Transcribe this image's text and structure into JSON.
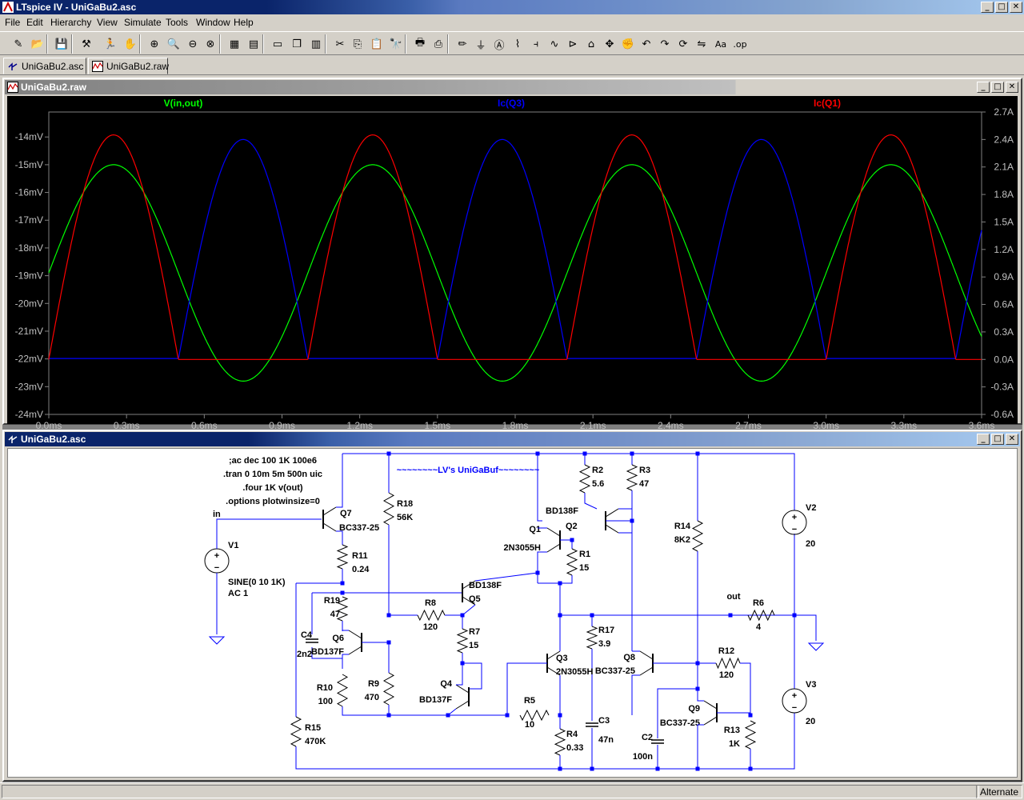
{
  "app": {
    "title": "LTspice IV - UniGaBu2.asc"
  },
  "window_buttons": {
    "minimize": "_",
    "maximize": "□",
    "close": "✕"
  },
  "menu": [
    "File",
    "Edit",
    "Hierarchy",
    "View",
    "Simulate",
    "Tools",
    "Window",
    "Help"
  ],
  "toolbar": [
    {
      "name": "new-schematic-icon",
      "glyph": "✎"
    },
    {
      "name": "open-icon",
      "glyph": "📂"
    },
    {
      "name": "save-icon",
      "glyph": "💾"
    },
    {
      "name": "control-panel-icon",
      "glyph": "⚒"
    },
    {
      "name": "run-icon",
      "glyph": "🏃"
    },
    {
      "name": "halt-icon",
      "glyph": "✋"
    },
    {
      "name": "zoom-in-icon",
      "glyph": "⊕"
    },
    {
      "name": "zoom-pan-icon",
      "glyph": "🔍"
    },
    {
      "name": "zoom-out-icon",
      "glyph": "⊖"
    },
    {
      "name": "zoom-full-icon",
      "glyph": "⊗"
    },
    {
      "name": "autorange-icon",
      "glyph": "▦"
    },
    {
      "name": "delete-trace-icon",
      "glyph": "▤"
    },
    {
      "name": "tile-horizontal-icon",
      "glyph": "▭"
    },
    {
      "name": "cascade-icon",
      "glyph": "❐"
    },
    {
      "name": "tile-vertical-icon",
      "glyph": "▥"
    },
    {
      "name": "cut-icon",
      "glyph": "✂"
    },
    {
      "name": "copy-icon",
      "glyph": "⎘"
    },
    {
      "name": "paste-icon",
      "glyph": "📋"
    },
    {
      "name": "find-icon",
      "glyph": "🔭"
    },
    {
      "name": "print-preview-icon",
      "glyph": "🖶"
    },
    {
      "name": "print-icon",
      "glyph": "⎙"
    },
    {
      "name": "wire-icon",
      "glyph": "✏"
    },
    {
      "name": "ground-icon",
      "glyph": "⏚"
    },
    {
      "name": "label-net-icon",
      "glyph": "Ⓐ"
    },
    {
      "name": "resistor-icon",
      "glyph": "⌇"
    },
    {
      "name": "capacitor-icon",
      "glyph": "⫞"
    },
    {
      "name": "inductor-icon",
      "glyph": "∿"
    },
    {
      "name": "diode-icon",
      "glyph": "⊳"
    },
    {
      "name": "component-icon",
      "glyph": "⌂"
    },
    {
      "name": "move-icon",
      "glyph": "✥"
    },
    {
      "name": "drag-icon",
      "glyph": "✊"
    },
    {
      "name": "undo-icon",
      "glyph": "↶"
    },
    {
      "name": "redo-icon",
      "glyph": "↷"
    },
    {
      "name": "rotate-icon",
      "glyph": "⟳"
    },
    {
      "name": "mirror-icon",
      "glyph": "⇋"
    },
    {
      "name": "text-icon",
      "glyph": "Aa"
    },
    {
      "name": "spice-directive-icon",
      "glyph": ".op"
    }
  ],
  "tabs": [
    {
      "label": "UniGaBu2.asc",
      "active": true
    },
    {
      "label": "UniGaBu2.raw",
      "active": false
    }
  ],
  "plot_window": {
    "title": "UniGaBu2.raw"
  },
  "schematic_window": {
    "title": "UniGaBu2.asc"
  },
  "status": {
    "mode": "Alternate"
  },
  "chart_data": {
    "type": "line",
    "x_ticks": [
      "0.0ms",
      "0.3ms",
      "0.6ms",
      "0.9ms",
      "1.2ms",
      "1.5ms",
      "1.8ms",
      "2.1ms",
      "2.4ms",
      "2.7ms",
      "3.0ms",
      "3.3ms",
      "3.6ms"
    ],
    "xlim": [
      0,
      3.6
    ],
    "left_ticks": [
      "-14mV",
      "-15mV",
      "-16mV",
      "-17mV",
      "-18mV",
      "-19mV",
      "-20mV",
      "-21mV",
      "-22mV",
      "-23mV",
      "-24mV"
    ],
    "ylim_left": [
      -24,
      -13.1
    ],
    "right_ticks": [
      "2.7A",
      "2.4A",
      "2.1A",
      "1.8A",
      "1.5A",
      "1.2A",
      "0.9A",
      "0.6A",
      "0.3A",
      "0.0A",
      "-0.3A",
      "-0.6A"
    ],
    "ylim_right": [
      -0.6,
      2.7
    ],
    "grid": false,
    "series": [
      {
        "name": "V(in,out)",
        "color": "#00ff00",
        "axis": "left",
        "shape": "sine",
        "center": -18.9,
        "amplitude": 3.9,
        "period": 1.0,
        "phase_peak": 0.25
      },
      {
        "name": "Ic(Q3)",
        "color": "#0000ff",
        "axis": "right",
        "shape": "half-rect",
        "peak": 2.4,
        "floor": 0.01,
        "period": 1.0,
        "on_start": 0.5,
        "on_end": 1.0
      },
      {
        "name": "Ic(Q1)",
        "color": "#ff0000",
        "axis": "right",
        "shape": "half-rect",
        "peak": 2.45,
        "floor": 0.0,
        "period": 1.0,
        "on_start": 0.0,
        "on_end": 0.5
      }
    ]
  },
  "schematic": {
    "directives": [
      ";ac dec 100 1K 100e6",
      ".tran 0 10m 5m 500n uic",
      ".four 1K v(out)",
      ".options plotwinsize=0"
    ],
    "comment": "~~~~~~~~LV's UniGaBuf~~~~~~~~",
    "net_in": "in",
    "net_out": "out",
    "v1": {
      "name": "V1",
      "value": "SINE(0 10 1K)",
      "value2": "AC 1"
    },
    "v2": {
      "name": "V2",
      "value": "20"
    },
    "v3": {
      "name": "V3",
      "value": "20"
    },
    "resistors": [
      {
        "name": "R1",
        "value": "15"
      },
      {
        "name": "R2",
        "value": "5.6"
      },
      {
        "name": "R3",
        "value": "47"
      },
      {
        "name": "R4",
        "value": "0.33"
      },
      {
        "name": "R5",
        "value": "10"
      },
      {
        "name": "R6",
        "value": "4"
      },
      {
        "name": "R7",
        "value": "15"
      },
      {
        "name": "R8",
        "value": "120"
      },
      {
        "name": "R9",
        "value": "470"
      },
      {
        "name": "R10",
        "value": "100"
      },
      {
        "name": "R11",
        "value": "0.24"
      },
      {
        "name": "R12",
        "value": "120"
      },
      {
        "name": "R13",
        "value": "1K"
      },
      {
        "name": "R14",
        "value": "8K2"
      },
      {
        "name": "R15",
        "value": "470K"
      },
      {
        "name": "R17",
        "value": "3.9"
      },
      {
        "name": "R18",
        "value": "56K"
      },
      {
        "name": "R19",
        "value": "47"
      }
    ],
    "capacitors": [
      {
        "name": "C2",
        "value": "100n"
      },
      {
        "name": "C3",
        "value": "47n"
      },
      {
        "name": "C4",
        "value": "2n2"
      }
    ],
    "transistors": [
      {
        "name": "Q1",
        "value": "2N3055H"
      },
      {
        "name": "Q2",
        "value": "BD138F"
      },
      {
        "name": "Q3",
        "value": "2N3055H"
      },
      {
        "name": "Q4",
        "value": "BD137F"
      },
      {
        "name": "Q5",
        "value": "BD138F"
      },
      {
        "name": "Q6",
        "value": "BD137F"
      },
      {
        "name": "Q7",
        "value": "BC337-25"
      },
      {
        "name": "Q8",
        "value": "BC337-25"
      },
      {
        "name": "Q9",
        "value": "BC337-25"
      }
    ]
  }
}
